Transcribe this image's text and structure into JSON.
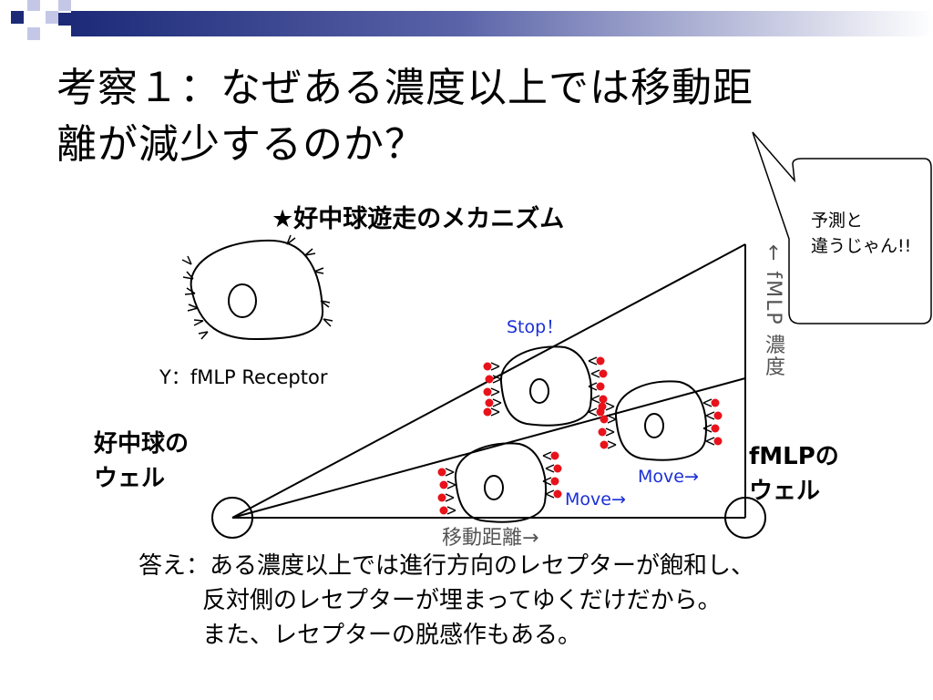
{
  "slide": {
    "title": "考察１：なぜある濃度以上では移動距\n離が減少するのか？",
    "subtitle": "★好中球遊走のメカニズム",
    "receptor_legend": "Y：fMLP Receptor",
    "well_left": "好中球の\nウェル",
    "well_right": "fMLPの\nウェル",
    "label_stop": "Stop！",
    "label_move_1": "Move→",
    "label_move_2": "Move→",
    "x_axis_label": "移動距離→",
    "y_axis_label": "← fMLP 濃度",
    "bubble_text": "予測と\n違うじゃん!!",
    "answer_line_1": "答え：ある濃度以上では進行方向のレセプターが飽和し、",
    "answer_line_2": "反対側のレセプターが埋まってゆくだけだから。",
    "answer_line_3": "また、レセプターの脱感作もある。"
  },
  "colors": {
    "header_navy": "#1c2a78",
    "header_gray": "#aab0d8",
    "accent_blue": "#1a2fd6",
    "ligand_red": "#e8121b"
  }
}
